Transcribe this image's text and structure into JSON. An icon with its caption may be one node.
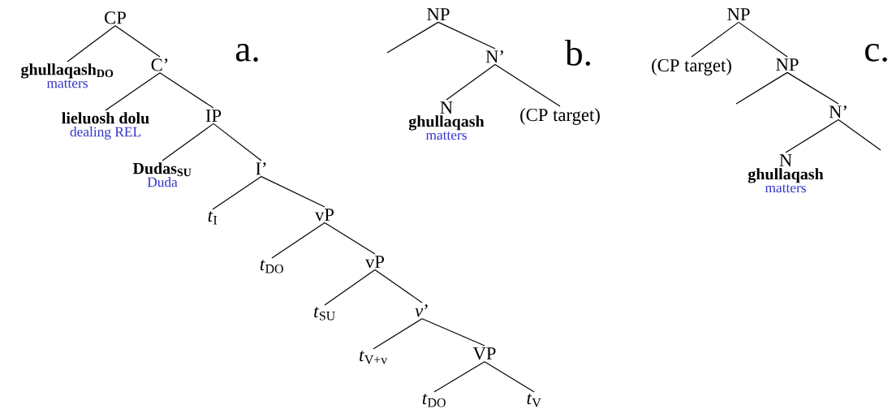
{
  "diagram": {
    "nodes": [
      {
        "text": [
          "CP"
        ]
      },
      {
        "text": [
          "ghullaqash$_{DO}$",
          "matters"
        ]
      },
      {
        "text": [
          "C’"
        ]
      },
      {
        "text": [
          "lieluosh dolu",
          "dealing REL"
        ]
      },
      {
        "text": [
          "IP"
        ]
      },
      {
        "text": [
          "Dudas$_{SU}$",
          "Duda"
        ]
      },
      {
        "text": [
          "I’"
        ]
      },
      {
        "text": [
          "*t*$_{I}$"
        ]
      },
      {
        "text": [
          "vP"
        ]
      },
      {
        "text": [
          "*t*$_{DO}$"
        ]
      },
      {
        "text": [
          "vP"
        ]
      },
      {
        "text": [
          "*t*$_{SU}$"
        ]
      },
      {
        "text": [
          "*v*’"
        ]
      },
      {
        "text": [
          "*t*$_{V+v}$"
        ]
      },
      {
        "text": [
          "VP"
        ]
      },
      {
        "text": [
          "*t*$_{DO}$"
        ]
      },
      {
        "text": [
          "*t*$_{V}$"
        ]
      },
      {
        "text": [
          "NP"
        ]
      },
      {
        "text": [
          "N’"
        ]
      },
      {
        "text": [
          "N",
          "ghullaqash",
          "matters"
        ]
      },
      {
        "text": [
          "(CP target)"
        ]
      },
      {
        "text": [
          "NP"
        ]
      },
      {
        "text": [
          "(CP target)"
        ]
      },
      {
        "text": [
          "NP"
        ]
      },
      {
        "text": [
          "N’"
        ]
      },
      {
        "text": [
          "N",
          "ghullaqash",
          "matters"
        ]
      }
    ],
    "edges": [
      {
        "from": 0,
        "to": 1,
        "arrow": "none"
      },
      {
        "from": 0,
        "to": 2,
        "arrow": "none"
      },
      {
        "from": 2,
        "to": 3,
        "arrow": "none"
      },
      {
        "from": 2,
        "to": 4,
        "arrow": "none"
      },
      {
        "from": 4,
        "to": 5,
        "arrow": "none"
      },
      {
        "from": 4,
        "to": 6,
        "arrow": "none"
      },
      {
        "from": 6,
        "to": 7,
        "arrow": "none"
      },
      {
        "from": 6,
        "to": 8,
        "arrow": "none"
      },
      {
        "from": 8,
        "to": 9,
        "arrow": "none"
      },
      {
        "from": 8,
        "to": 10,
        "arrow": "none"
      },
      {
        "from": 10,
        "to": 11,
        "arrow": "none"
      },
      {
        "from": 10,
        "to": 12,
        "arrow": "none"
      },
      {
        "from": 12,
        "to": 13,
        "arrow": "none"
      },
      {
        "from": 12,
        "to": 14,
        "arrow": "none"
      },
      {
        "from": 14,
        "to": 15,
        "arrow": "none"
      },
      {
        "from": 14,
        "to": 16,
        "arrow": "none"
      },
      {
        "from": 17,
        "to": null,
        "arrow": "none"
      },
      {
        "from": 17,
        "to": 18,
        "arrow": "none"
      },
      {
        "from": 18,
        "to": 19,
        "arrow": "none"
      },
      {
        "from": 18,
        "to": 20,
        "arrow": "none"
      },
      {
        "from": 21,
        "to": 22,
        "arrow": "none"
      },
      {
        "from": 21,
        "to": 23,
        "arrow": "none"
      },
      {
        "from": 23,
        "to": null,
        "arrow": "none"
      },
      {
        "from": 23,
        "to": 24,
        "arrow": "none"
      },
      {
        "from": 24,
        "to": 25,
        "arrow": "none"
      },
      {
        "from": 24,
        "to": null,
        "arrow": "none"
      }
    ],
    "labels": [
      "a.",
      "b.",
      "c."
    ]
  }
}
